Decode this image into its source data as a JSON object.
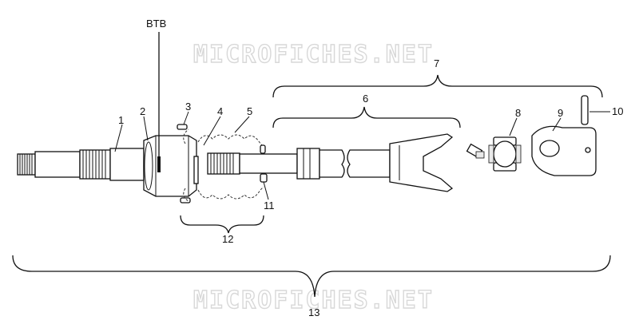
{
  "watermark": "MICROFICHES.NET",
  "labels": {
    "btb": "BTB",
    "l1": "1",
    "l2": "2",
    "l3": "3",
    "l4": "4",
    "l5": "5",
    "l6": "6",
    "l7": "7",
    "l8": "8",
    "l9": "9",
    "l10": "10",
    "l11": "11",
    "l12": "12",
    "l13": "13"
  }
}
